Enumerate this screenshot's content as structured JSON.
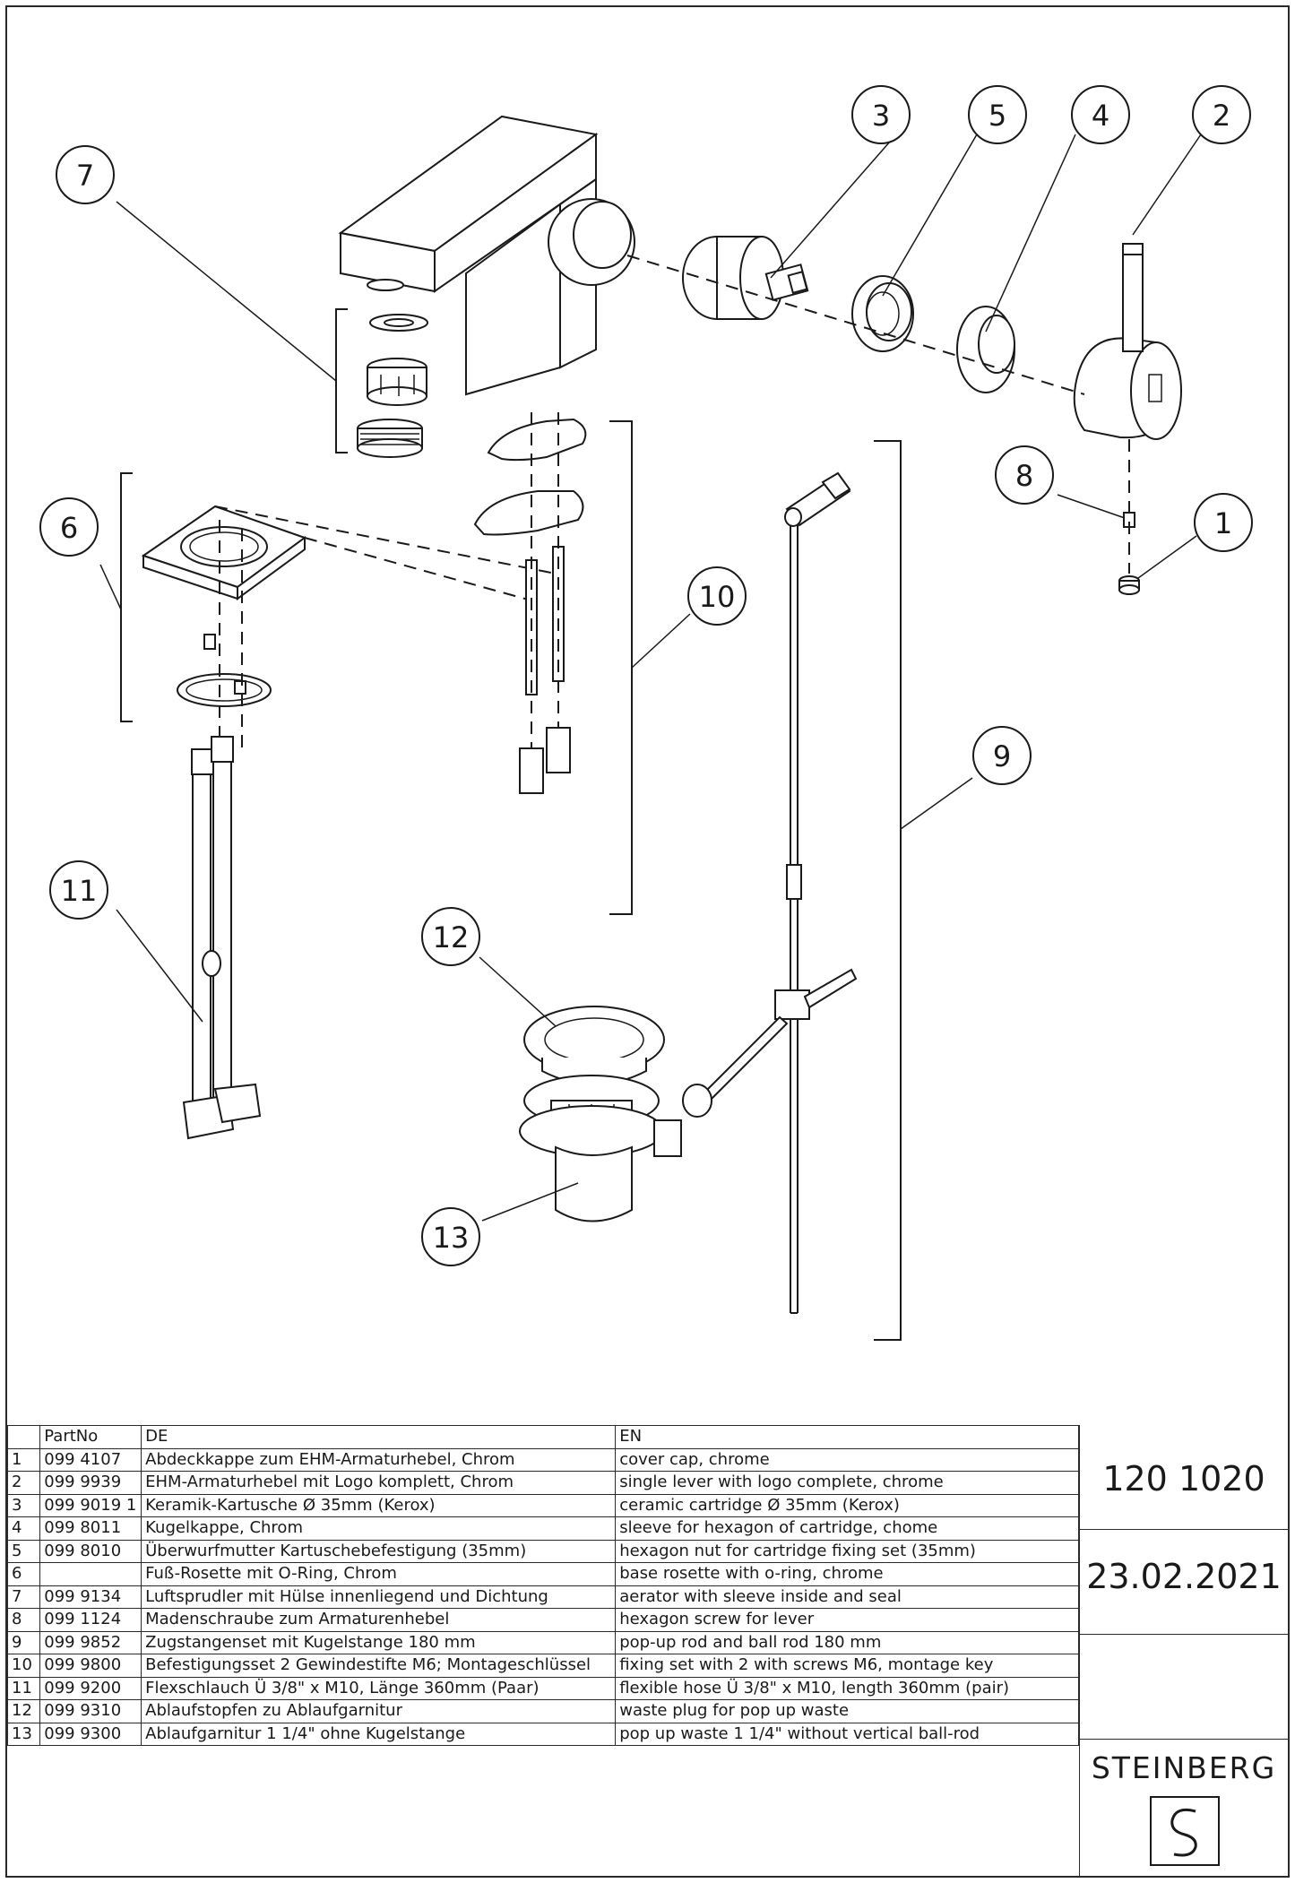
{
  "callouts": [
    "1",
    "2",
    "3",
    "4",
    "5",
    "6",
    "7",
    "8",
    "9",
    "10",
    "11",
    "12",
    "13"
  ],
  "table": {
    "headers": [
      "",
      "PartNo",
      "DE",
      "EN"
    ],
    "rows": [
      {
        "no": "1",
        "part": "099 4107",
        "de": "Abdeckkappe zum EHM-Armaturhebel, Chrom",
        "en": "cover cap, chrome"
      },
      {
        "no": "2",
        "part": "099 9939",
        "de": "EHM-Armaturhebel mit Logo komplett, Chrom",
        "en": "single lever with logo complete, chrome"
      },
      {
        "no": "3",
        "part": "099 9019 1",
        "de": "Keramik-Kartusche Ø 35mm (Kerox)",
        "en": "ceramic cartridge Ø 35mm (Kerox)"
      },
      {
        "no": "4",
        "part": "099 8011",
        "de": "Kugelkappe, Chrom",
        "en": "sleeve for hexagon of cartridge, chome"
      },
      {
        "no": "5",
        "part": "099 8010",
        "de": "Überwurfmutter Kartuschebefestigung (35mm)",
        "en": "hexagon nut for cartridge fixing set (35mm)"
      },
      {
        "no": "6",
        "part": "",
        "de": "Fuß-Rosette mit O-Ring, Chrom",
        "en": "base rosette with o-ring, chrome"
      },
      {
        "no": "7",
        "part": "099 9134",
        "de": "Luftsprudler mit Hülse innenliegend und Dichtung",
        "en": "aerator with sleeve inside and seal"
      },
      {
        "no": "8",
        "part": "099 1124",
        "de": "Madenschraube zum Armaturenhebel",
        "en": "hexagon screw for lever"
      },
      {
        "no": "9",
        "part": "099 9852",
        "de": "Zugstangenset mit Kugelstange 180 mm",
        "en": "pop-up rod and ball rod 180 mm"
      },
      {
        "no": "10",
        "part": "099 9800",
        "de": "Befestigungsset 2 Gewindestifte M6; Montageschlüssel",
        "en": "fixing set with 2 with screws M6, montage key"
      },
      {
        "no": "11",
        "part": "099 9200",
        "de": "Flexschlauch Ü 3/8\" x M10, Länge 360mm (Paar)",
        "en": "flexible hose Ü 3/8\" x M10, length 360mm (pair)"
      },
      {
        "no": "12",
        "part": "099 9310",
        "de": "Ablaufstopfen zu Ablaufgarnitur",
        "en": "waste plug for pop up waste"
      },
      {
        "no": "13",
        "part": "099 9300",
        "de": "Ablaufgarnitur 1 1/4\" ohne Kugelstange",
        "en": "pop up waste 1 1/4\" without vertical ball-rod"
      }
    ]
  },
  "title_block": {
    "article_number": "120 1020",
    "date": "23.02.2021",
    "brand": "STEINBERG",
    "logo_icon": "steinberg-s-logo-icon"
  }
}
